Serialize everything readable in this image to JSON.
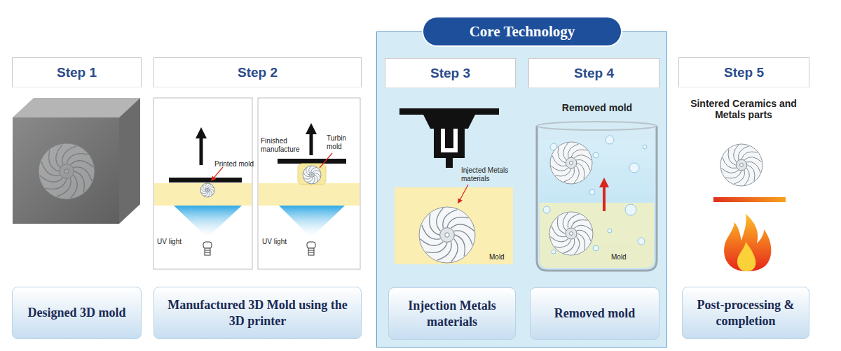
{
  "diagram": {
    "nodes": [
      {
        "text": [
          "Core Technology"
        ]
      },
      {
        "text": [
          "Step 1"
        ]
      },
      {
        "text": [
          "Step 2"
        ]
      },
      {
        "text": [
          "Step 3"
        ],
        "in": 0
      },
      {
        "text": [
          "Step 4"
        ],
        "in": 0
      },
      {
        "text": [
          "Step 5"
        ]
      },
      {
        "text": [
          "Designed 3D mold"
        ]
      },
      {
        "text": [
          "Manufactured 3D Mold using the 3D printer"
        ]
      },
      {
        "text": [
          "Injection Metals materials"
        ],
        "in": 0
      },
      {
        "text": [
          "Removed mold"
        ],
        "in": 0
      },
      {
        "text": [
          "Post-processing & completion"
        ]
      }
    ],
    "labels": [
      "Printed mold",
      "UV light",
      "Finished manufacture",
      "Turbin mold",
      "UV light",
      "Injected Metals materials",
      "Mold",
      "Removed mold",
      "Mold",
      "Sintered Ceramics and Metals parts"
    ]
  }
}
